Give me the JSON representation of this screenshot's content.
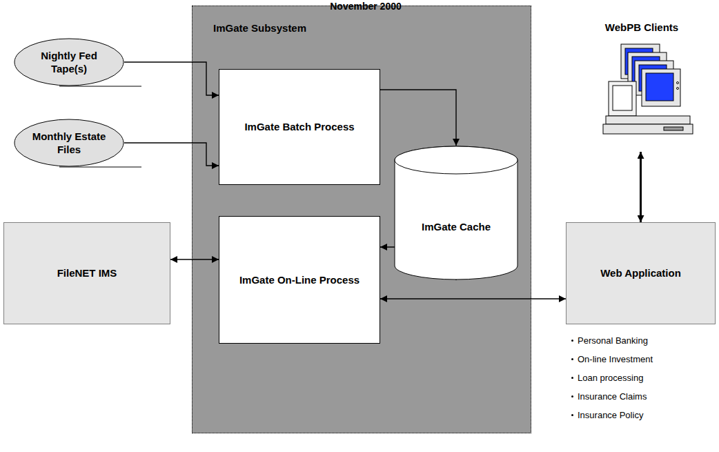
{
  "diagram": {
    "nodes": [
      {
        "text": [
          "ImGate Subsystem"
        ]
      },
      {
        "text": [
          "ImGate Batch Process"
        ],
        "in": 0
      },
      {
        "text": [
          "ImGate Cache"
        ],
        "in": 0
      },
      {
        "text": [
          "ImGate On-Line Process"
        ],
        "in": 0
      },
      {
        "text": [
          "Nightly Fed Tape(s)"
        ]
      },
      {
        "text": [
          "Monthly Estate Files"
        ]
      },
      {
        "text": [
          "FileNET IMS"
        ]
      },
      {
        "text": [
          "WebPB Clients"
        ]
      },
      {
        "text": [
          "Web Application"
        ]
      }
    ],
    "edges": [
      {
        "from": 4,
        "to": 1,
        "arrow": "to"
      },
      {
        "from": 5,
        "to": 1,
        "arrow": "to"
      },
      {
        "from": 1,
        "to": 2,
        "arrow": "to"
      },
      {
        "from": 6,
        "to": 3,
        "arrow": "both"
      },
      {
        "from": 3,
        "to": 2,
        "arrow": "both"
      },
      {
        "from": 3,
        "to": 8,
        "arrow": "both"
      },
      {
        "from": 7,
        "to": 8,
        "arrow": "both"
      }
    ],
    "labels": [
      "November 2000",
      "Personal Banking",
      "On-line Investment",
      "Loan processing",
      "Insurance Claims",
      "Insurance Policy"
    ]
  }
}
